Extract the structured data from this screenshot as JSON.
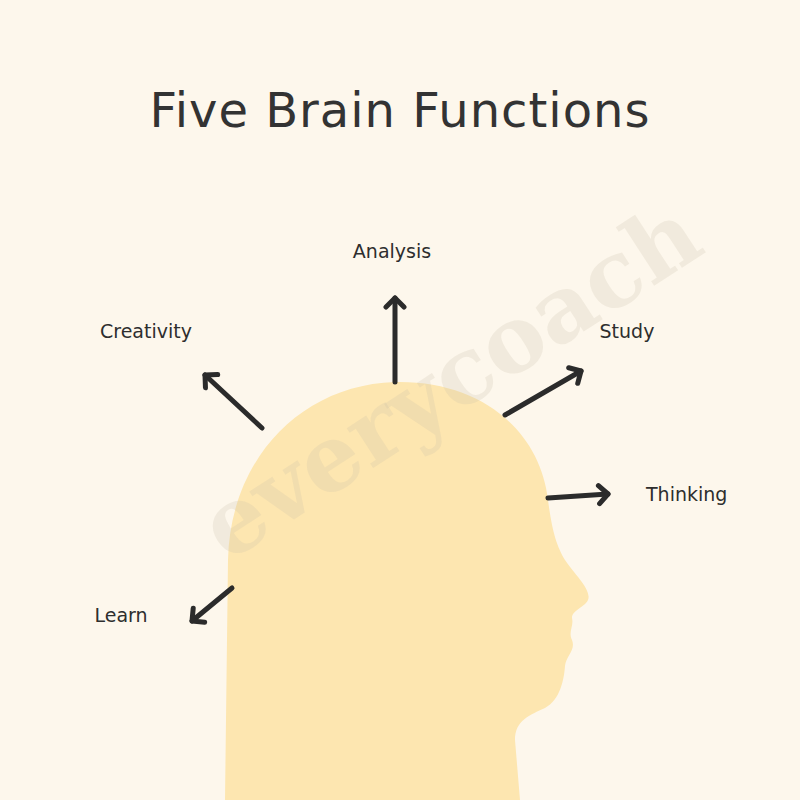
{
  "diagram": {
    "title": "Five Brain Functions",
    "labels": [
      "Analysis",
      "Creativity",
      "Study",
      "Thinking",
      "Learn",
      "everycoach"
    ]
  }
}
